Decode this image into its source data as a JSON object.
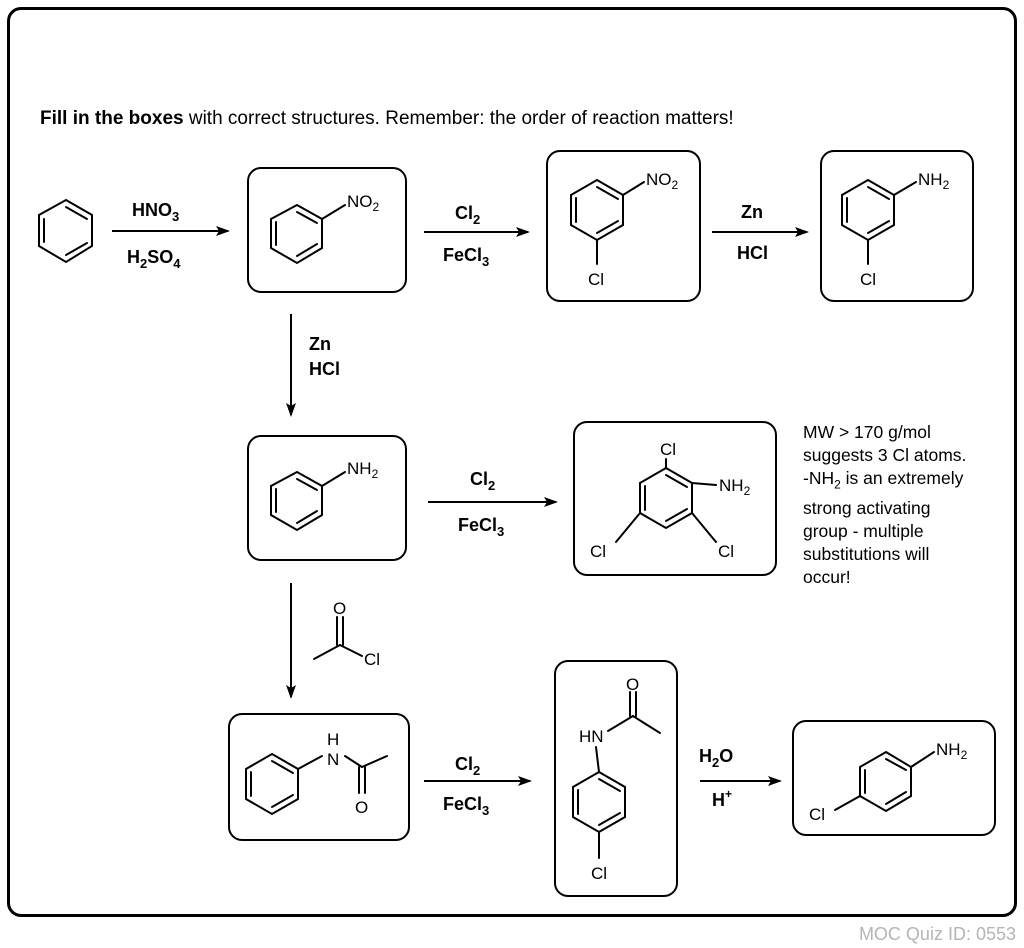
{
  "instruction": {
    "bold": "Fill in the boxes",
    "rest": " with correct structures. Remember: the order of reaction matters!"
  },
  "reagents": {
    "hno3": "HNO",
    "hno3_sub": "3",
    "h2so4_a": "H",
    "h2so4_sub1": "2",
    "h2so4_b": "SO",
    "h2so4_sub2": "4",
    "cl2": "Cl",
    "cl2_sub": "2",
    "fecl3": "FeCl",
    "fecl3_sub": "3",
    "zn": "Zn",
    "hcl": "HCl",
    "h2o_a": "H",
    "h2o_sub": "2",
    "h2o_b": "O",
    "hplus": "H",
    "hplus_sup": "+"
  },
  "atoms": {
    "no2": "NO",
    "no2_sub": "2",
    "nh2": "NH",
    "nh2_sub": "2",
    "cl": "Cl",
    "o": "O",
    "n": "N",
    "h": "H",
    "hn": "HN"
  },
  "note": {
    "l1": "MW > 170 g/mol",
    "l2": "suggests 3 Cl atoms.",
    "l3a": "-NH",
    "l3sub": "2",
    "l3b": " is an extremely",
    "l4": "strong activating",
    "l5": "group - multiple",
    "l6": "substitutions will",
    "l7": "occur!"
  },
  "footer": "MOC Quiz ID: 0553"
}
